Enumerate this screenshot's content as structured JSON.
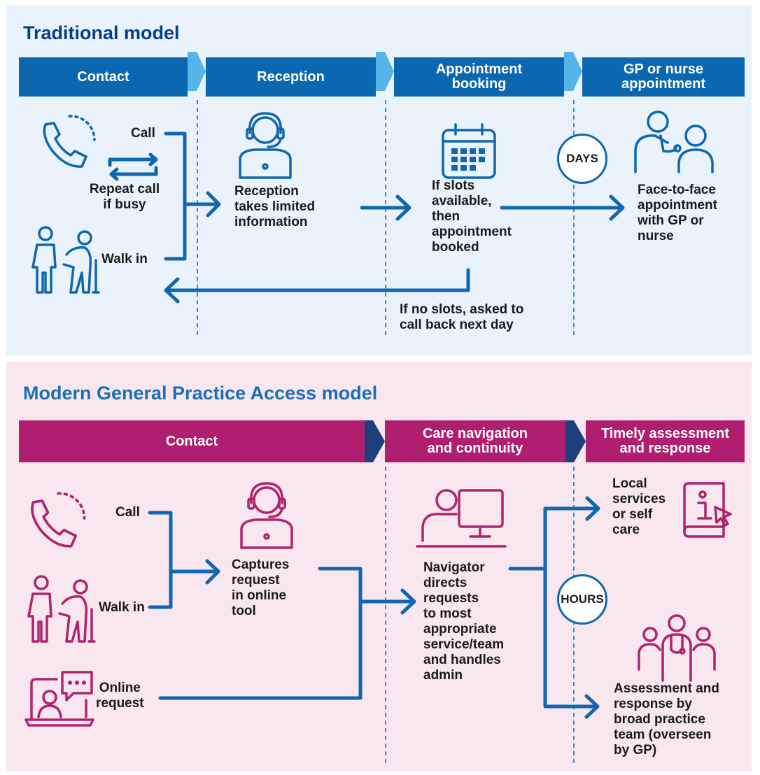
{
  "traditional": {
    "title": "Traditional model",
    "stages": [
      "Contact",
      "Reception",
      "Appointment\nbooking",
      "GP or nurse\nappointment"
    ],
    "labels": {
      "call": "Call",
      "repeat_call": "Repeat call\nif busy",
      "walk_in": "Walk in",
      "reception": "Reception\ntakes limited\ninformation",
      "slots": "If slots\navailable,\nthen\nappointment\nbooked",
      "face_to_face": "Face-to-face\nappointment\nwith GP or\nnurse",
      "no_slots": "If no slots, asked to\ncall back next day",
      "days": "DAYS"
    },
    "colors": {
      "header": "#0a67b0",
      "arrow": "#1067b0",
      "icon": "#1067b0"
    }
  },
  "modern": {
    "title": "Modern General Practice Access model",
    "stages": [
      "Contact",
      "Care navigation\nand continuity",
      "Timely assessment\nand response"
    ],
    "labels": {
      "call": "Call",
      "walk_in": "Walk in",
      "online_request": "Online\nrequest",
      "captures": "Captures\nrequest\nin online\ntool",
      "navigator": "Navigator\ndirects\nrequests\nto most\nappropriate\nservice/team\nand handles\nadmin",
      "local_services": "Local\nservices\nor self\ncare",
      "assessment": "Assessment and\nresponse by\nbroad practice\nteam (overseen\nby GP)",
      "hours": "HOURS"
    },
    "colors": {
      "header": "#b01e70",
      "chevron": "#1f3f7a",
      "arrow": "#1067b0",
      "icon": "#b0236e"
    }
  }
}
